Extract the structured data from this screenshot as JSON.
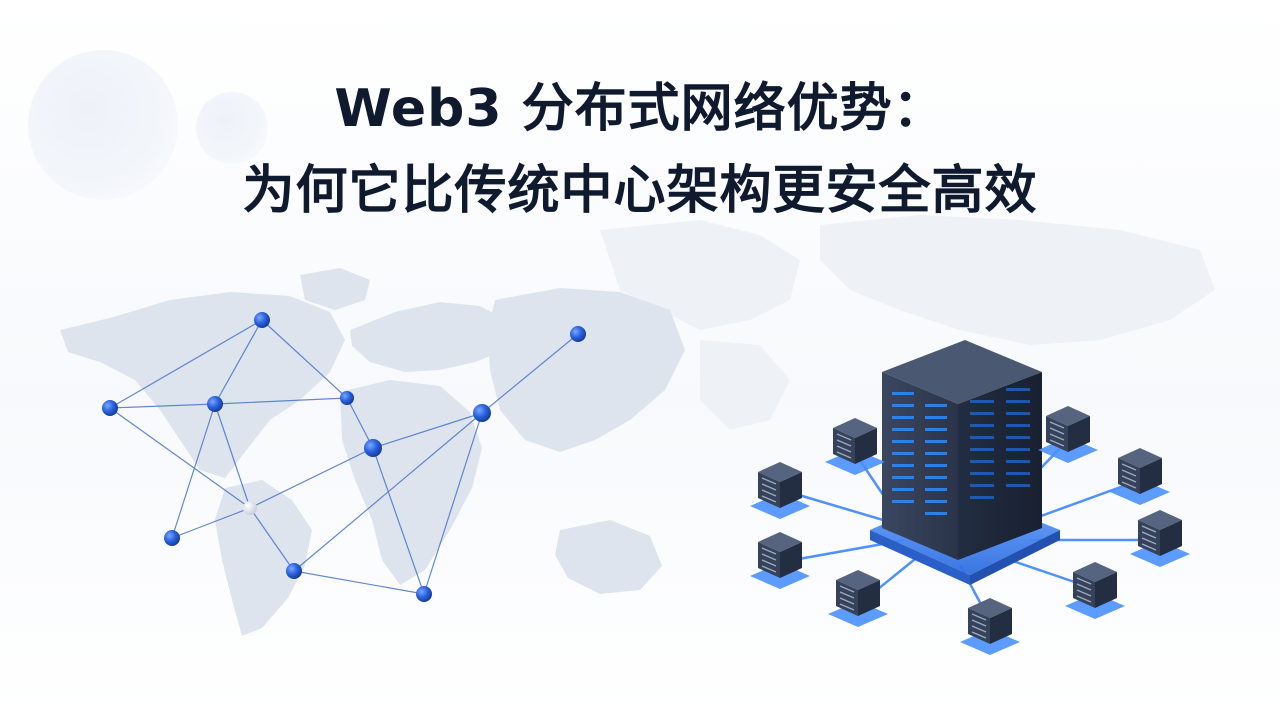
{
  "slide": {
    "title_line1": "Web3 分布式网络优势：",
    "title_line2": "为何它比传统中心架构更安全高效"
  },
  "colors": {
    "title": "#0f1a2e",
    "map_land": "#dde4ee",
    "map_land_faint": "#eef1f6",
    "node_blue": "#1f5ad6",
    "node_white": "#f2f4f8",
    "network_line": "#4a74c9",
    "server_body": "#2f3b52",
    "server_side": "#1d2638",
    "server_led": "#2f8bff",
    "platform_blue": "#3d86ff"
  },
  "illustrations": {
    "left": "distributed-network-world-map",
    "right": "centralized-server-hub"
  }
}
